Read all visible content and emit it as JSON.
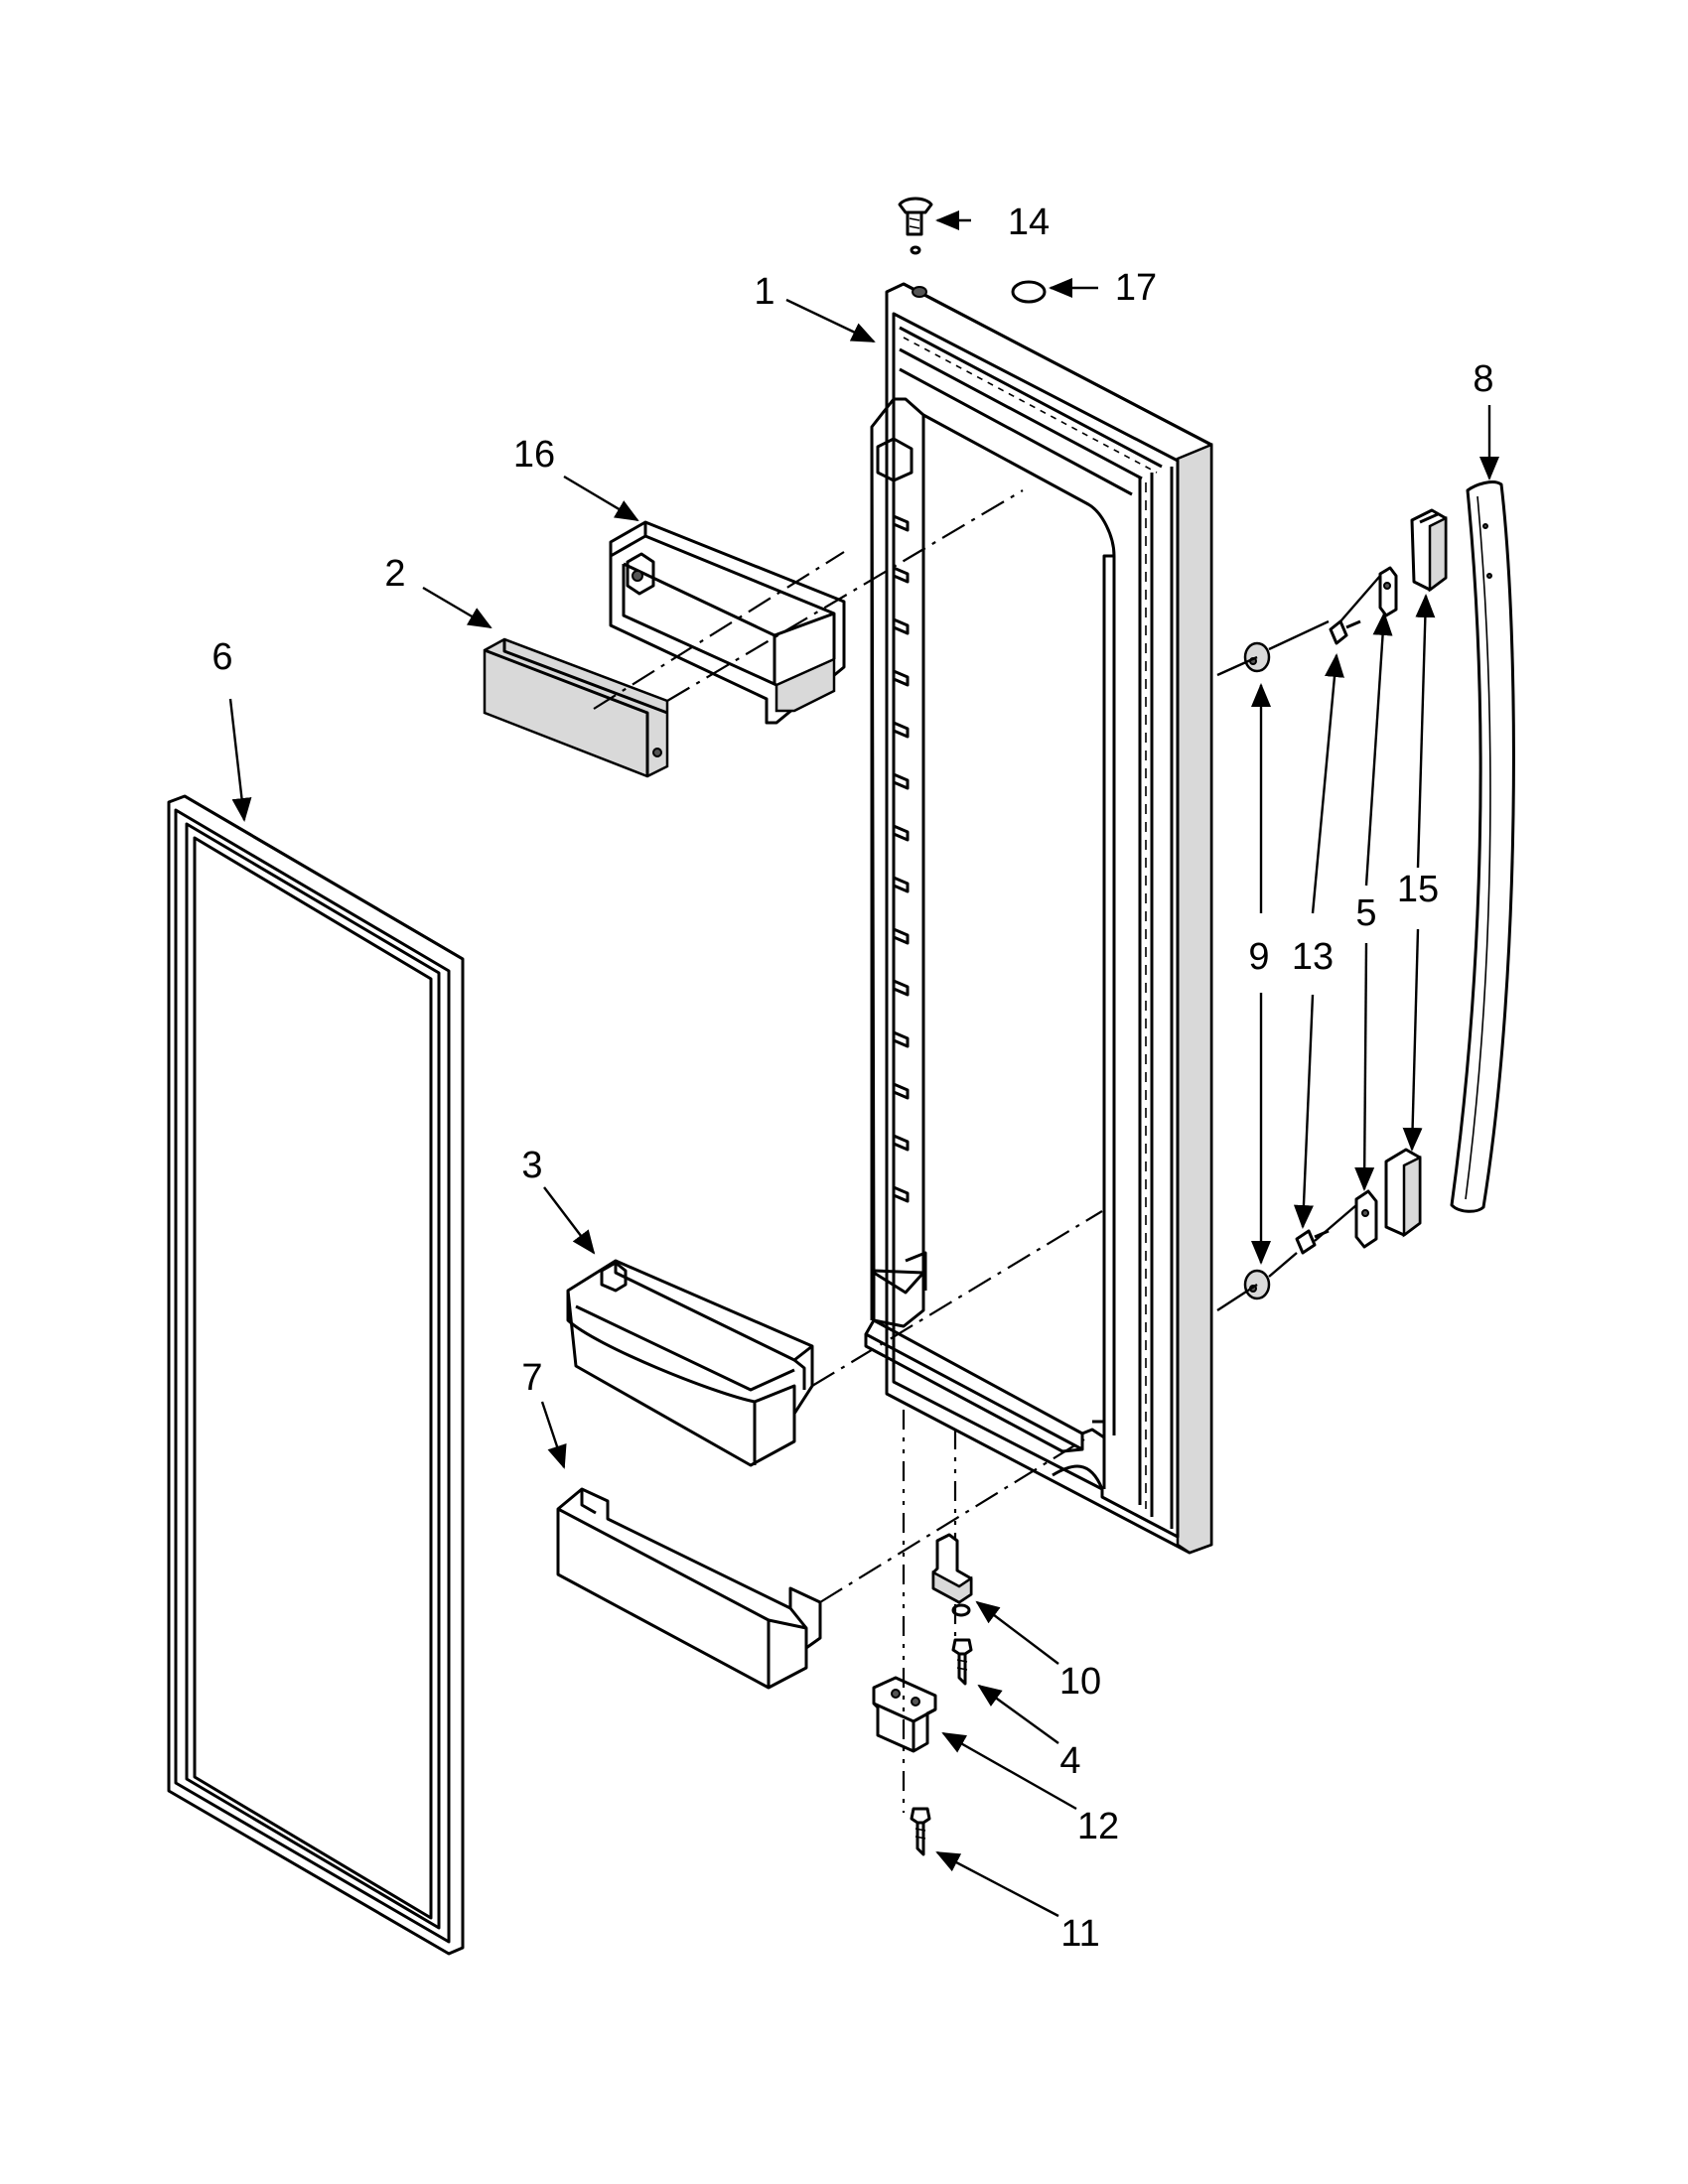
{
  "callouts": {
    "c1": "1",
    "c2": "2",
    "c3": "3",
    "c4": "4",
    "c5": "5",
    "c6": "6",
    "c7": "7",
    "c8": "8",
    "c9": "9",
    "c10": "10",
    "c11": "11",
    "c12": "12",
    "c13": "13",
    "c14": "14",
    "c15": "15",
    "c16": "16",
    "c17": "17"
  },
  "colors": {
    "line": "#000000",
    "background": "#ffffff",
    "shade": "#d9d9d9"
  }
}
